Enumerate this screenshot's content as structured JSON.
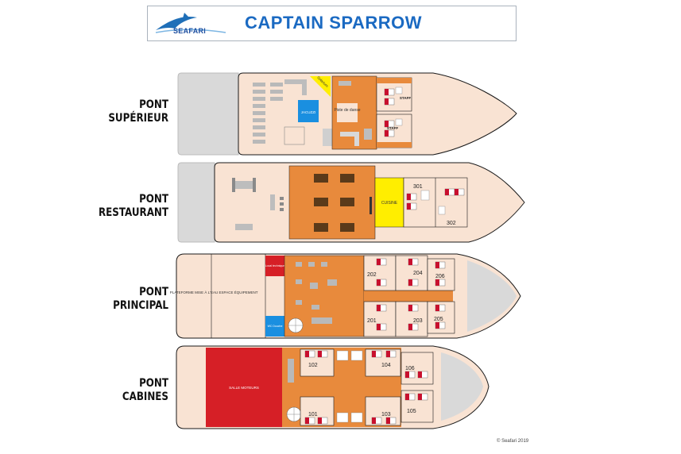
{
  "header": {
    "logo_text": "SEAFARI",
    "title": "CAPTAIN SPARROW"
  },
  "decks": [
    {
      "line1": "PONT",
      "line2": "SUPÉRIEUR",
      "rooms": {
        "solarium": "Solarium",
        "jacuzzi": "JACUZZI",
        "dance": "Piste de danse",
        "staff1": "STAFF",
        "staff2": "STAFF"
      }
    },
    {
      "line1": "PONT",
      "line2": "RESTAURANT",
      "rooms": {
        "kitchen": "CUISINE",
        "cab_a": "301",
        "cab_b": "302"
      }
    },
    {
      "line1": "PONT",
      "line2": "PRINCIPAL",
      "rooms": {
        "platform": "PLATEFORME MISE À L'EAU",
        "equipment": "ESPACE ÉQUIPEMENT",
        "tech": "Local technique",
        "wc": "WC Douche",
        "c202": "202",
        "c204": "204",
        "c206": "206",
        "c201": "201",
        "c203": "203",
        "c205": "205"
      }
    },
    {
      "line1": "PONT",
      "line2": "CABINES",
      "rooms": {
        "engine": "SALLE MOTEURS",
        "c102": "102",
        "c104": "104",
        "c106": "106",
        "c101": "101",
        "c103": "103",
        "c105": "105"
      }
    }
  ],
  "colors": {
    "hull": "#f9e3d3",
    "outline": "#1a1a1a",
    "salon": "#e88a3c",
    "grey": "#d9d9d9",
    "kitchen": "#ffee00",
    "engine": "#d61f26",
    "jacuzzi": "#1a8fe0",
    "bed": "#c8102e"
  },
  "footer": {
    "copyright": "© Seafari 2019"
  }
}
